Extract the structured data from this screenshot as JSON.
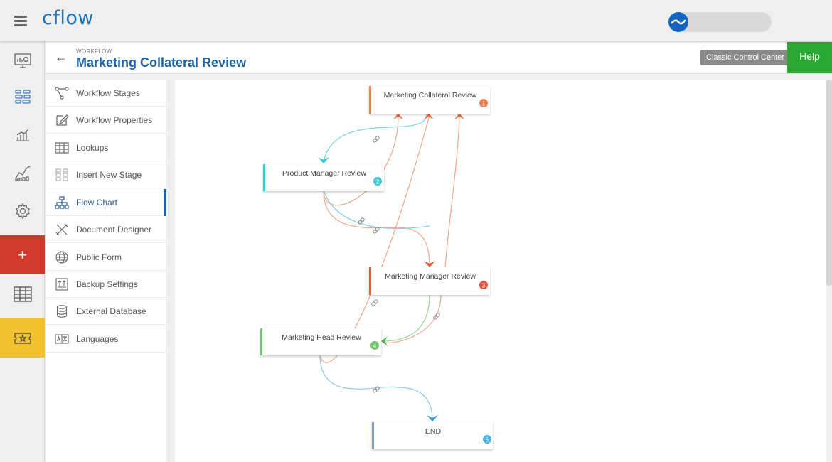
{
  "app": {
    "logo_text": "cflow"
  },
  "header": {
    "kicker": "WORKFLOW",
    "title": "Marketing Collateral Review",
    "classic_button": "Classic Control Center",
    "help_button": "Help"
  },
  "rail": {
    "add_label": "+"
  },
  "menu": {
    "items": [
      {
        "label": "Workflow Stages",
        "icon": "workflow-stages-icon"
      },
      {
        "label": "Workflow Properties",
        "icon": "edit-icon"
      },
      {
        "label": "Lookups",
        "icon": "table-icon"
      },
      {
        "label": "Insert New Stage",
        "icon": "insert-stage-icon"
      },
      {
        "label": "Flow Chart",
        "icon": "flow-chart-icon",
        "active": true
      },
      {
        "label": "Document Designer",
        "icon": "design-tools-icon"
      },
      {
        "label": "Public Form",
        "icon": "globe-icon"
      },
      {
        "label": "Backup Settings",
        "icon": "backup-icon"
      },
      {
        "label": "External Database",
        "icon": "database-icon"
      },
      {
        "label": "Languages",
        "icon": "languages-icon"
      }
    ]
  },
  "flow": {
    "nodes": [
      {
        "id": 1,
        "label": "Marketing Collateral Review",
        "badge": "1",
        "color": "#ef7d4d"
      },
      {
        "id": 2,
        "label": "Product Manager Review",
        "badge": "2",
        "color": "#3fc6d1"
      },
      {
        "id": 3,
        "label": "Marketing Manager Review",
        "badge": "3",
        "color": "#e8553c"
      },
      {
        "id": 4,
        "label": "Marketing Head Review",
        "badge": "4",
        "color": "#71c46a"
      },
      {
        "id": 5,
        "label": "END",
        "badge": "5",
        "color": "#4ab1e3"
      }
    ]
  },
  "colors": {
    "brand": "#1e73be",
    "help": "#29a832",
    "add": "#d0392b",
    "favorite": "#f2c12e",
    "active": "#1e5fa8"
  }
}
